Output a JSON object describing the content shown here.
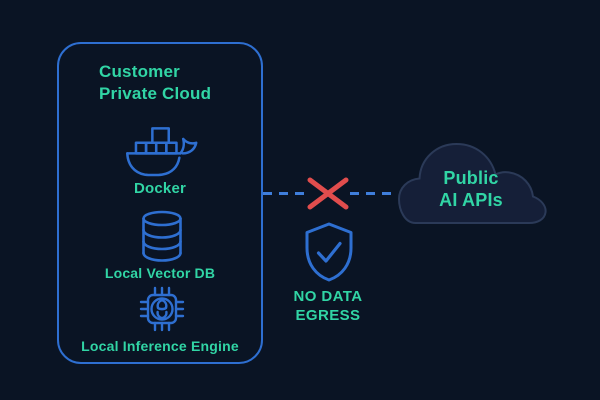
{
  "diagram": {
    "private_cloud": {
      "title_line1": "Customer",
      "title_line2": "Private Cloud",
      "items": [
        {
          "icon": "docker-whale-icon",
          "label": "Docker"
        },
        {
          "icon": "database-cylinder-icon",
          "label": "Local Vector DB"
        },
        {
          "icon": "ai-chip-icon",
          "label": "Local Inference Engine"
        }
      ]
    },
    "connection": {
      "blocked_marker": "x-cross-icon",
      "shield": "shield-checkmark-icon",
      "status_line1": "NO DATA",
      "status_line2": "EGRESS"
    },
    "public_cloud": {
      "label_line1": "Public",
      "label_line2": "AI APIs"
    },
    "colors": {
      "background": "#0a1424",
      "teal_text": "#31d5a5",
      "blue_stroke": "#2e6fd1",
      "dash_blue": "#3f7edb",
      "red_x": "#e14d4d",
      "cloud_fill": "#151f38",
      "cloud_border": "#2b3a58"
    }
  }
}
